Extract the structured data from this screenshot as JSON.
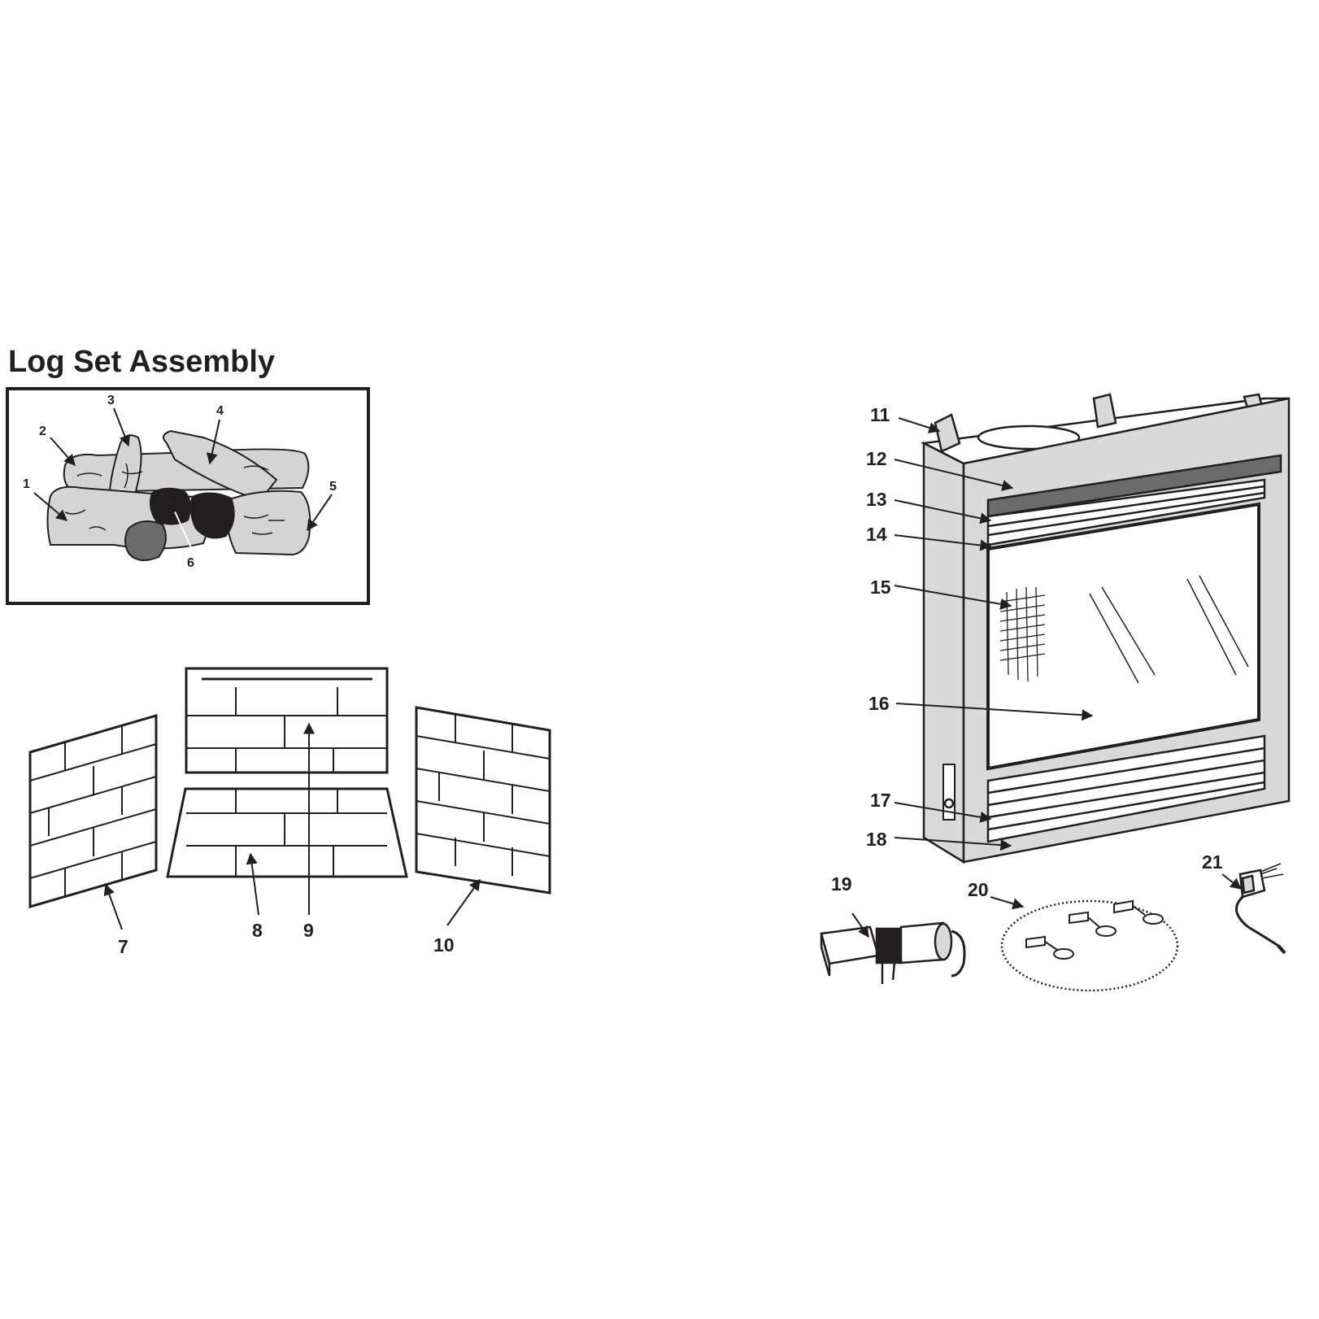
{
  "title": "Log Set Assembly",
  "callouts": {
    "c1": "1",
    "c2": "2",
    "c3": "3",
    "c4": "4",
    "c5": "5",
    "c6": "6",
    "c7": "7",
    "c8": "8",
    "c9": "9",
    "c10": "10",
    "c11": "11",
    "c12": "12",
    "c13": "13",
    "c14": "14",
    "c15": "15",
    "c16": "16",
    "c17": "17",
    "c18": "18",
    "c19": "19",
    "c20": "20",
    "c21": "21"
  },
  "colors": {
    "ink": "#231f20",
    "panel": "#d9d9d9",
    "log": "#d4d4d4",
    "ember": "#231f20"
  }
}
